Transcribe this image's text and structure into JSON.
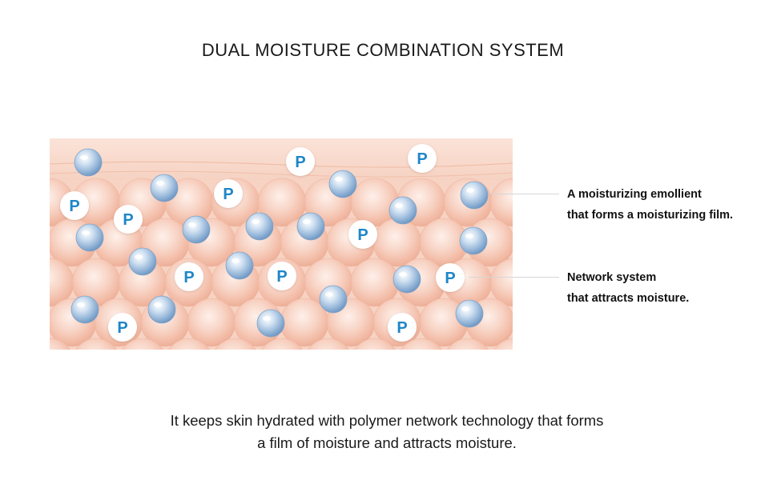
{
  "title": "DUAL MOISTURE COMBINATION SYSTEM",
  "diagram": {
    "polymer_marker_letter": "P",
    "colors": {
      "skin_tone": "#f6c9b8",
      "moisture_sphere": "#8fb4d8",
      "polymer_letter": "#1e86c8"
    }
  },
  "callouts": [
    {
      "line1": "A moisturizing emollient",
      "line2": "that forms a moisturizing film."
    },
    {
      "line1": "Network system",
      "line2": "that attracts moisture."
    }
  ],
  "description": {
    "line1": "It keeps skin hydrated with polymer network technology that forms",
    "line2": "a film of moisture and attracts moisture."
  }
}
